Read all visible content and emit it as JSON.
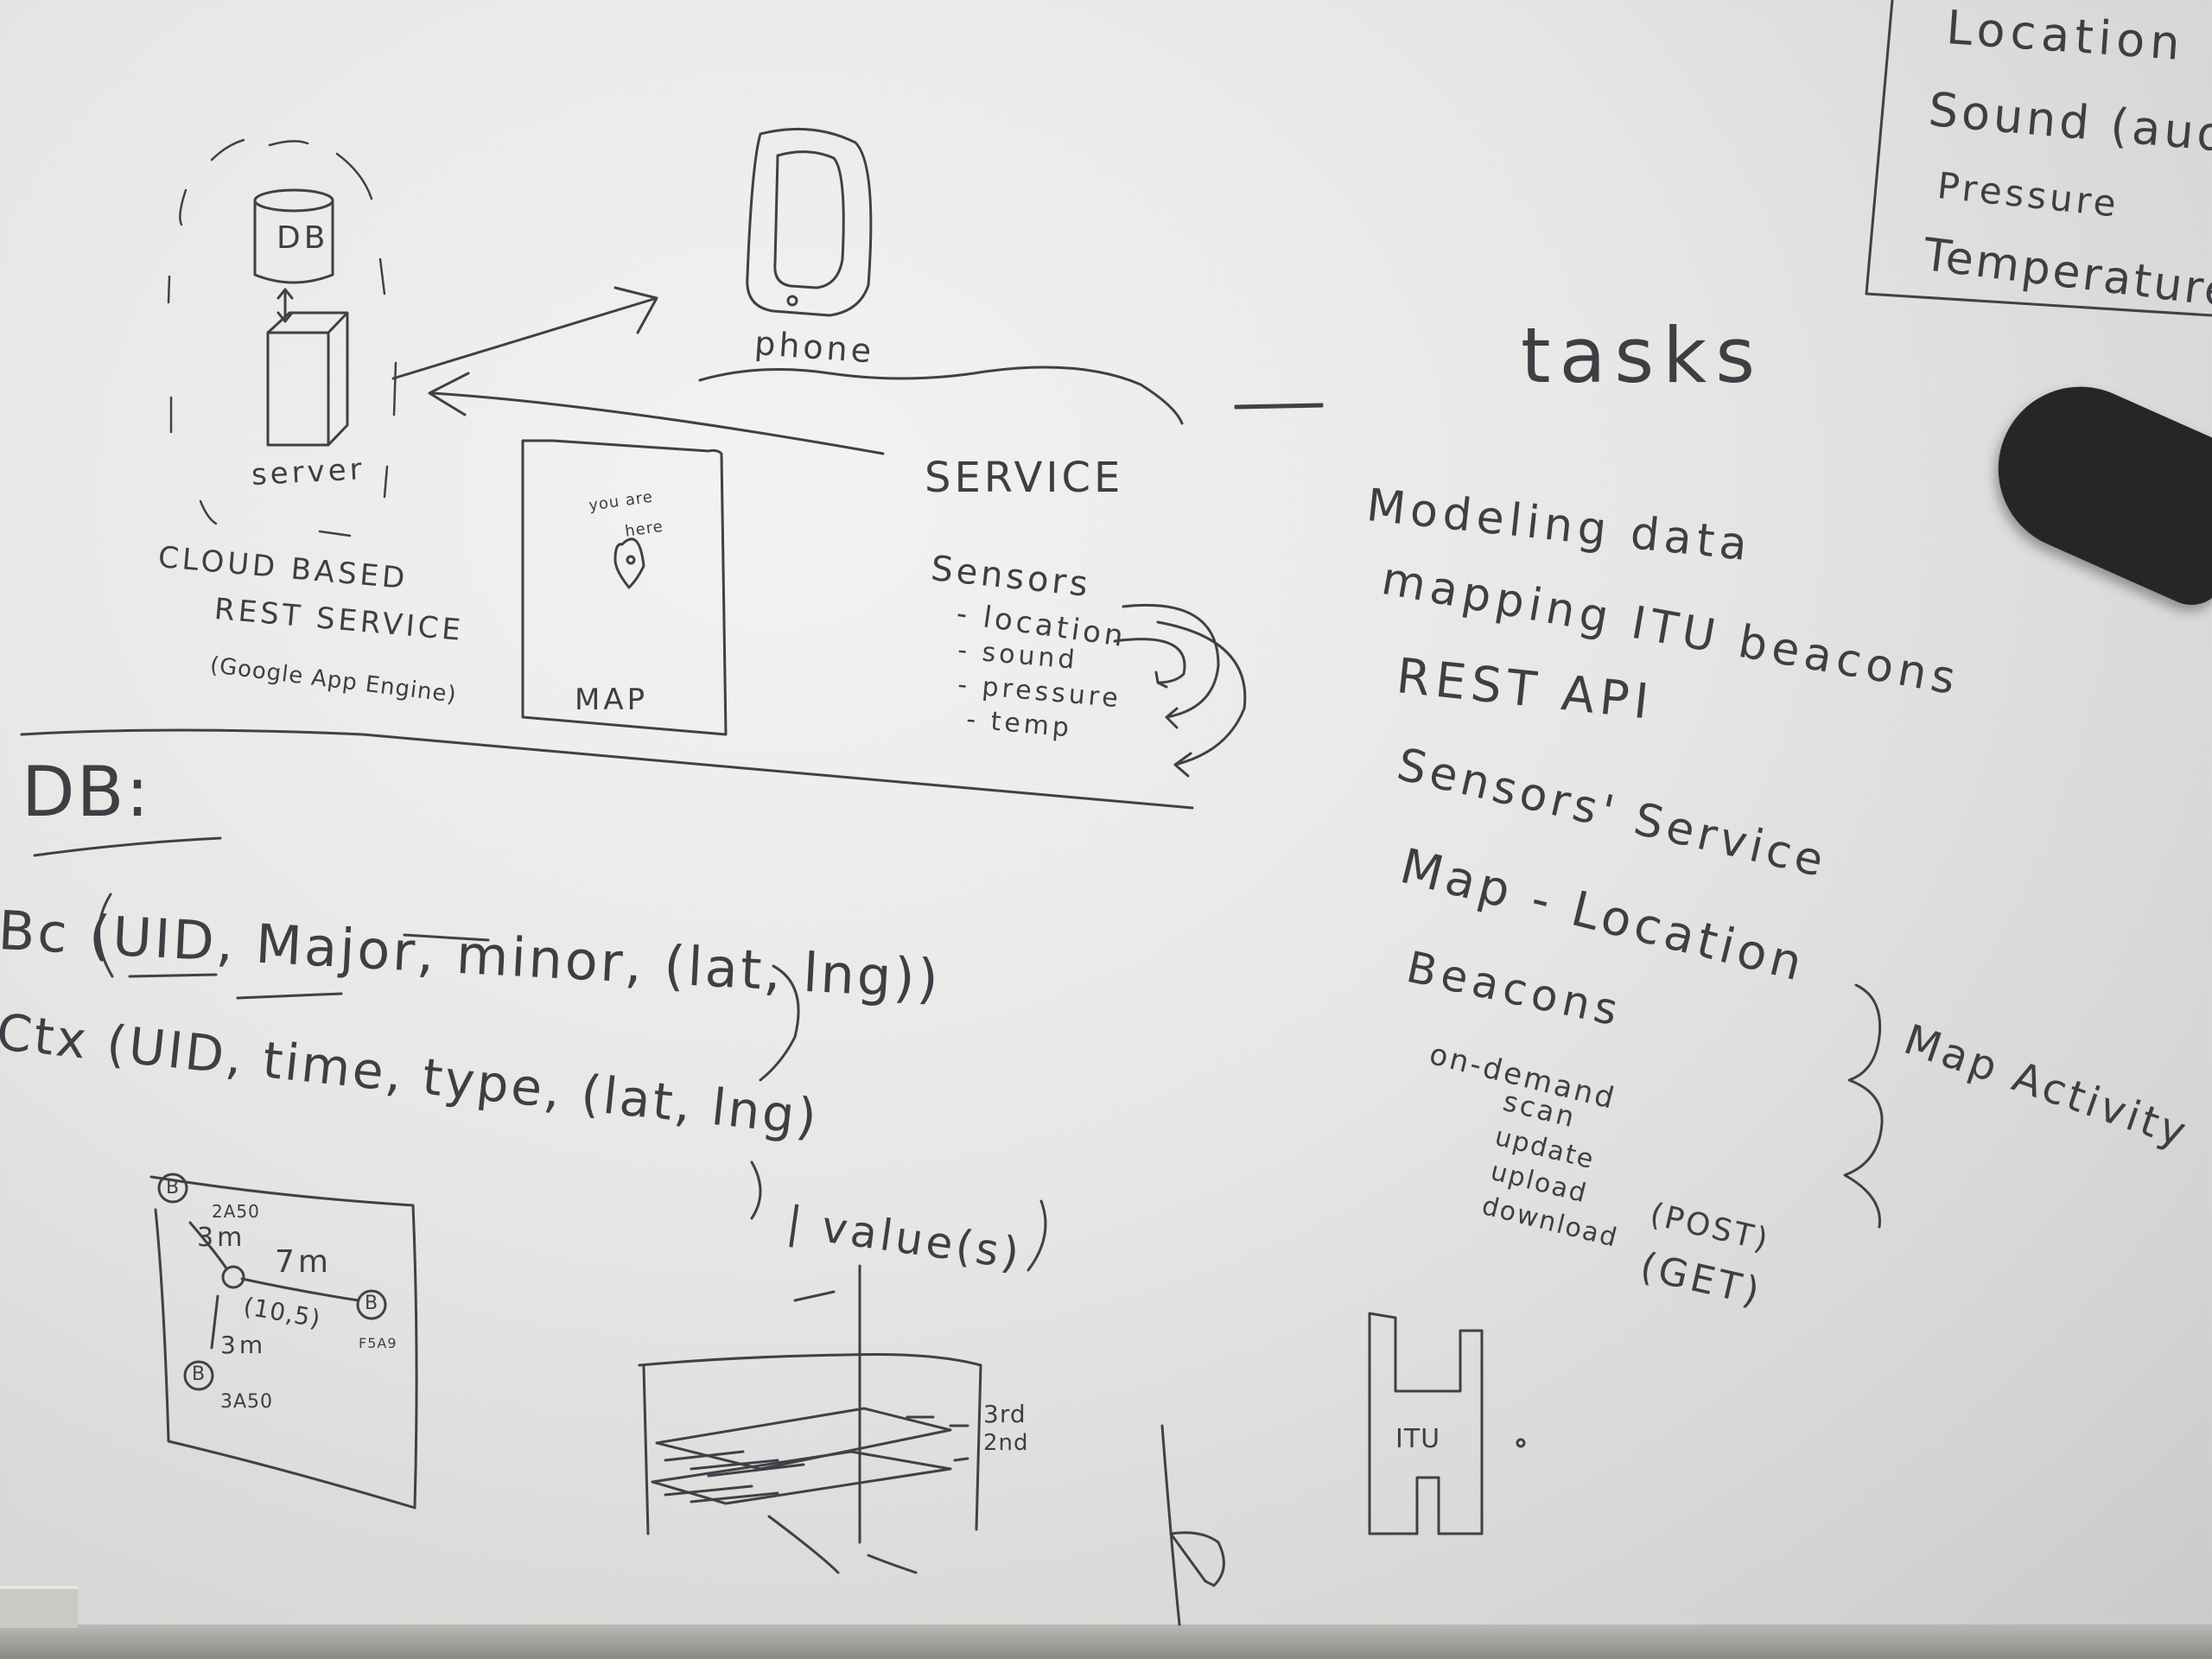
{
  "whiteboard": {
    "top_right_list": [
      "Location",
      "Sound (audio",
      "Pressure",
      "Temperature"
    ],
    "tasks": {
      "heading": "tasks",
      "items": [
        "Modeling data",
        "mapping ITU beacons",
        "REST API",
        "Sensors' Service",
        "Map - Location",
        "Beacons"
      ],
      "beacon_subitems": [
        "on-demand",
        "scan",
        "update",
        "upload",
        "download"
      ],
      "upload_method": "(POST)",
      "download_method": "(GET)",
      "bracket_label": "Map Activity"
    },
    "architecture": {
      "db_label": "DB",
      "server_label": "server",
      "cloud_caption": [
        "CLOUD BASED",
        "REST SERVICE",
        "(Google App Engine)"
      ],
      "phone_label": "phone",
      "map_here": [
        "you are",
        "here"
      ],
      "map_label": "MAP",
      "service_label": "SERVICE",
      "sensors_title": "Sensors",
      "sensors": [
        "- location",
        "- sound",
        "- pressure",
        "- temp"
      ]
    },
    "db_schema": {
      "title": "DB:",
      "bc_row": "Bc (UID, Major, minor, (lat, lng))",
      "ctx_row": "Ctx (UID, time, type, (lat, lng)",
      "value_label": "| value(s)"
    },
    "beacon_sketch": {
      "beacon_1": "2A50",
      "beacon_2": "F5A9",
      "beacon_3": "3A50",
      "dist_1": "3m",
      "dist_2": "7m",
      "dist_3": "3m",
      "point": "(10,5)",
      "beacon_symbol": "B"
    },
    "floor_labels": [
      "3rd",
      "2nd"
    ],
    "building_label": "ITU"
  }
}
